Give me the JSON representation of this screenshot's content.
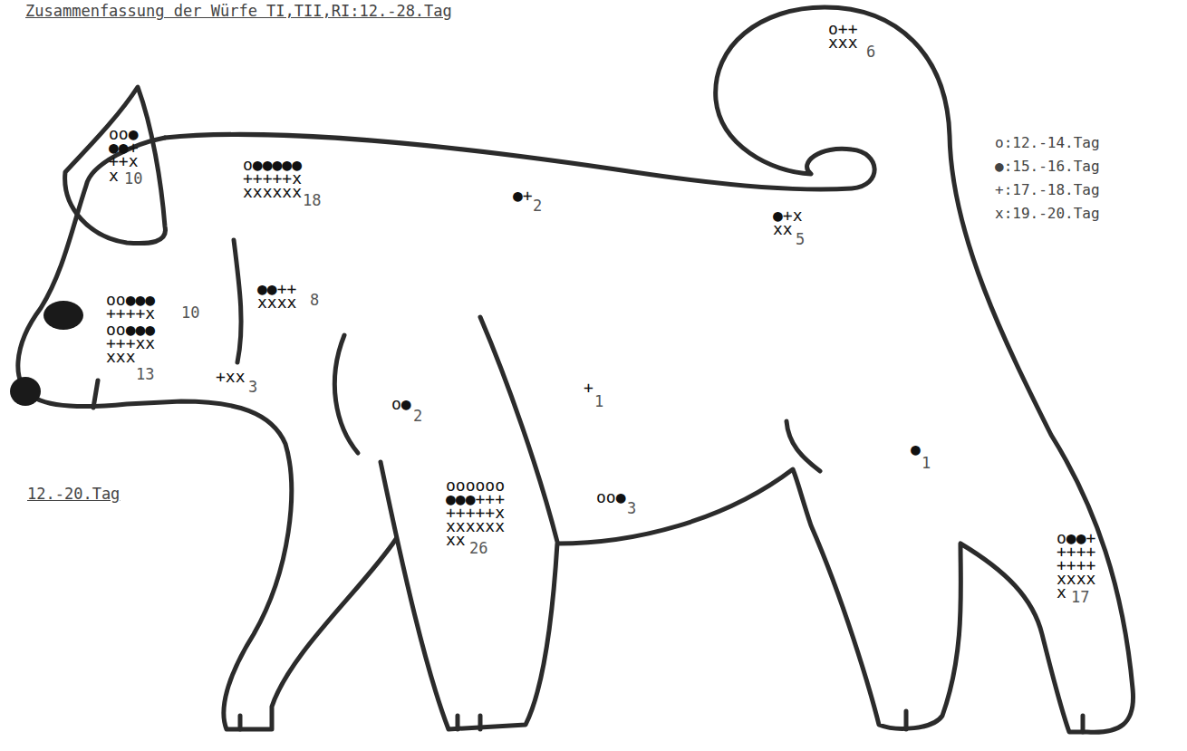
{
  "diagram": {
    "title": "Zusammenfassung der Würfe TI,TII,RI:12.-28.Tag",
    "labels": [
      "oo●",
      "●●+",
      "++x",
      "x",
      "10",
      "o●●●●●",
      "+++++x",
      "xxxxxx",
      "18",
      "●+",
      "2",
      "●+x",
      "xx",
      "5",
      "o++",
      "xxx",
      "6",
      "oo●●●",
      "++++x",
      "10",
      "oo●●●",
      "+++xx",
      "xxx",
      "13",
      "●●++",
      "xxxx",
      "8",
      "+xx",
      "3",
      "o●",
      "2",
      "+",
      "1",
      "●",
      "1",
      "oo●",
      "3",
      "oooooo",
      "●●●+++",
      "+++++x",
      "xxxxxx",
      "xx",
      "26",
      "o●●+",
      "++++",
      "++++",
      "xxxx",
      "x",
      "17",
      "12.-20.Tag"
    ],
    "legend": [
      {
        "text": "o:12.-14.Tag"
      },
      {
        "text": "●:15.-16.Tag"
      },
      {
        "text": "+:17.-18.Tag"
      },
      {
        "text": "x:19.-20.Tag"
      }
    ]
  }
}
